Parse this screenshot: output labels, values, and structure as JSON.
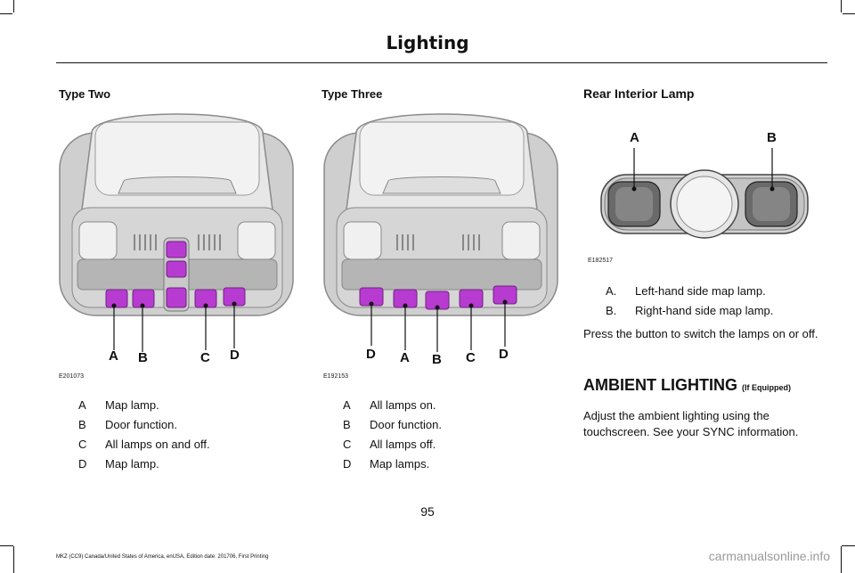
{
  "page": {
    "section_title": "Lighting",
    "page_number": "95",
    "footer": "MKZ (CC9) Canada/United States of America, enUSA, Edition date: 201706, First Printing",
    "watermark": "carmanualsonline.info"
  },
  "type_two": {
    "heading": "Type Two",
    "figure_id": "E201073",
    "callouts": [
      "A",
      "B",
      "C",
      "D"
    ],
    "items": [
      {
        "letter": "A",
        "text": "Map lamp."
      },
      {
        "letter": "B",
        "text": "Door function."
      },
      {
        "letter": "C",
        "text": "All lamps on and off."
      },
      {
        "letter": "D",
        "text": "Map lamp."
      }
    ]
  },
  "type_three": {
    "heading": "Type Three",
    "figure_id": "E192153",
    "callouts": [
      "D",
      "A",
      "B",
      "C",
      "D"
    ],
    "items": [
      {
        "letter": "A",
        "text": "All lamps on."
      },
      {
        "letter": "B",
        "text": "Door function."
      },
      {
        "letter": "C",
        "text": "All lamps off."
      },
      {
        "letter": "D",
        "text": "Map lamps."
      }
    ]
  },
  "rear": {
    "heading": "Rear Interior Lamp",
    "figure_id": "E182517",
    "callouts": [
      "A",
      "B"
    ],
    "items": [
      {
        "letter": "A.",
        "text": "Left-hand side map lamp."
      },
      {
        "letter": "B.",
        "text": "Right-hand side map lamp."
      }
    ],
    "instruction": "Press the button to switch the lamps on or off."
  },
  "ambient": {
    "heading": "AMBIENT LIGHTING",
    "qualifier": "(If Equipped)",
    "body": "Adjust the ambient lighting using the touchscreen. See your SYNC information."
  },
  "colors": {
    "button_purple": "#b73bd1",
    "console_gray": "#dcdcdc"
  }
}
